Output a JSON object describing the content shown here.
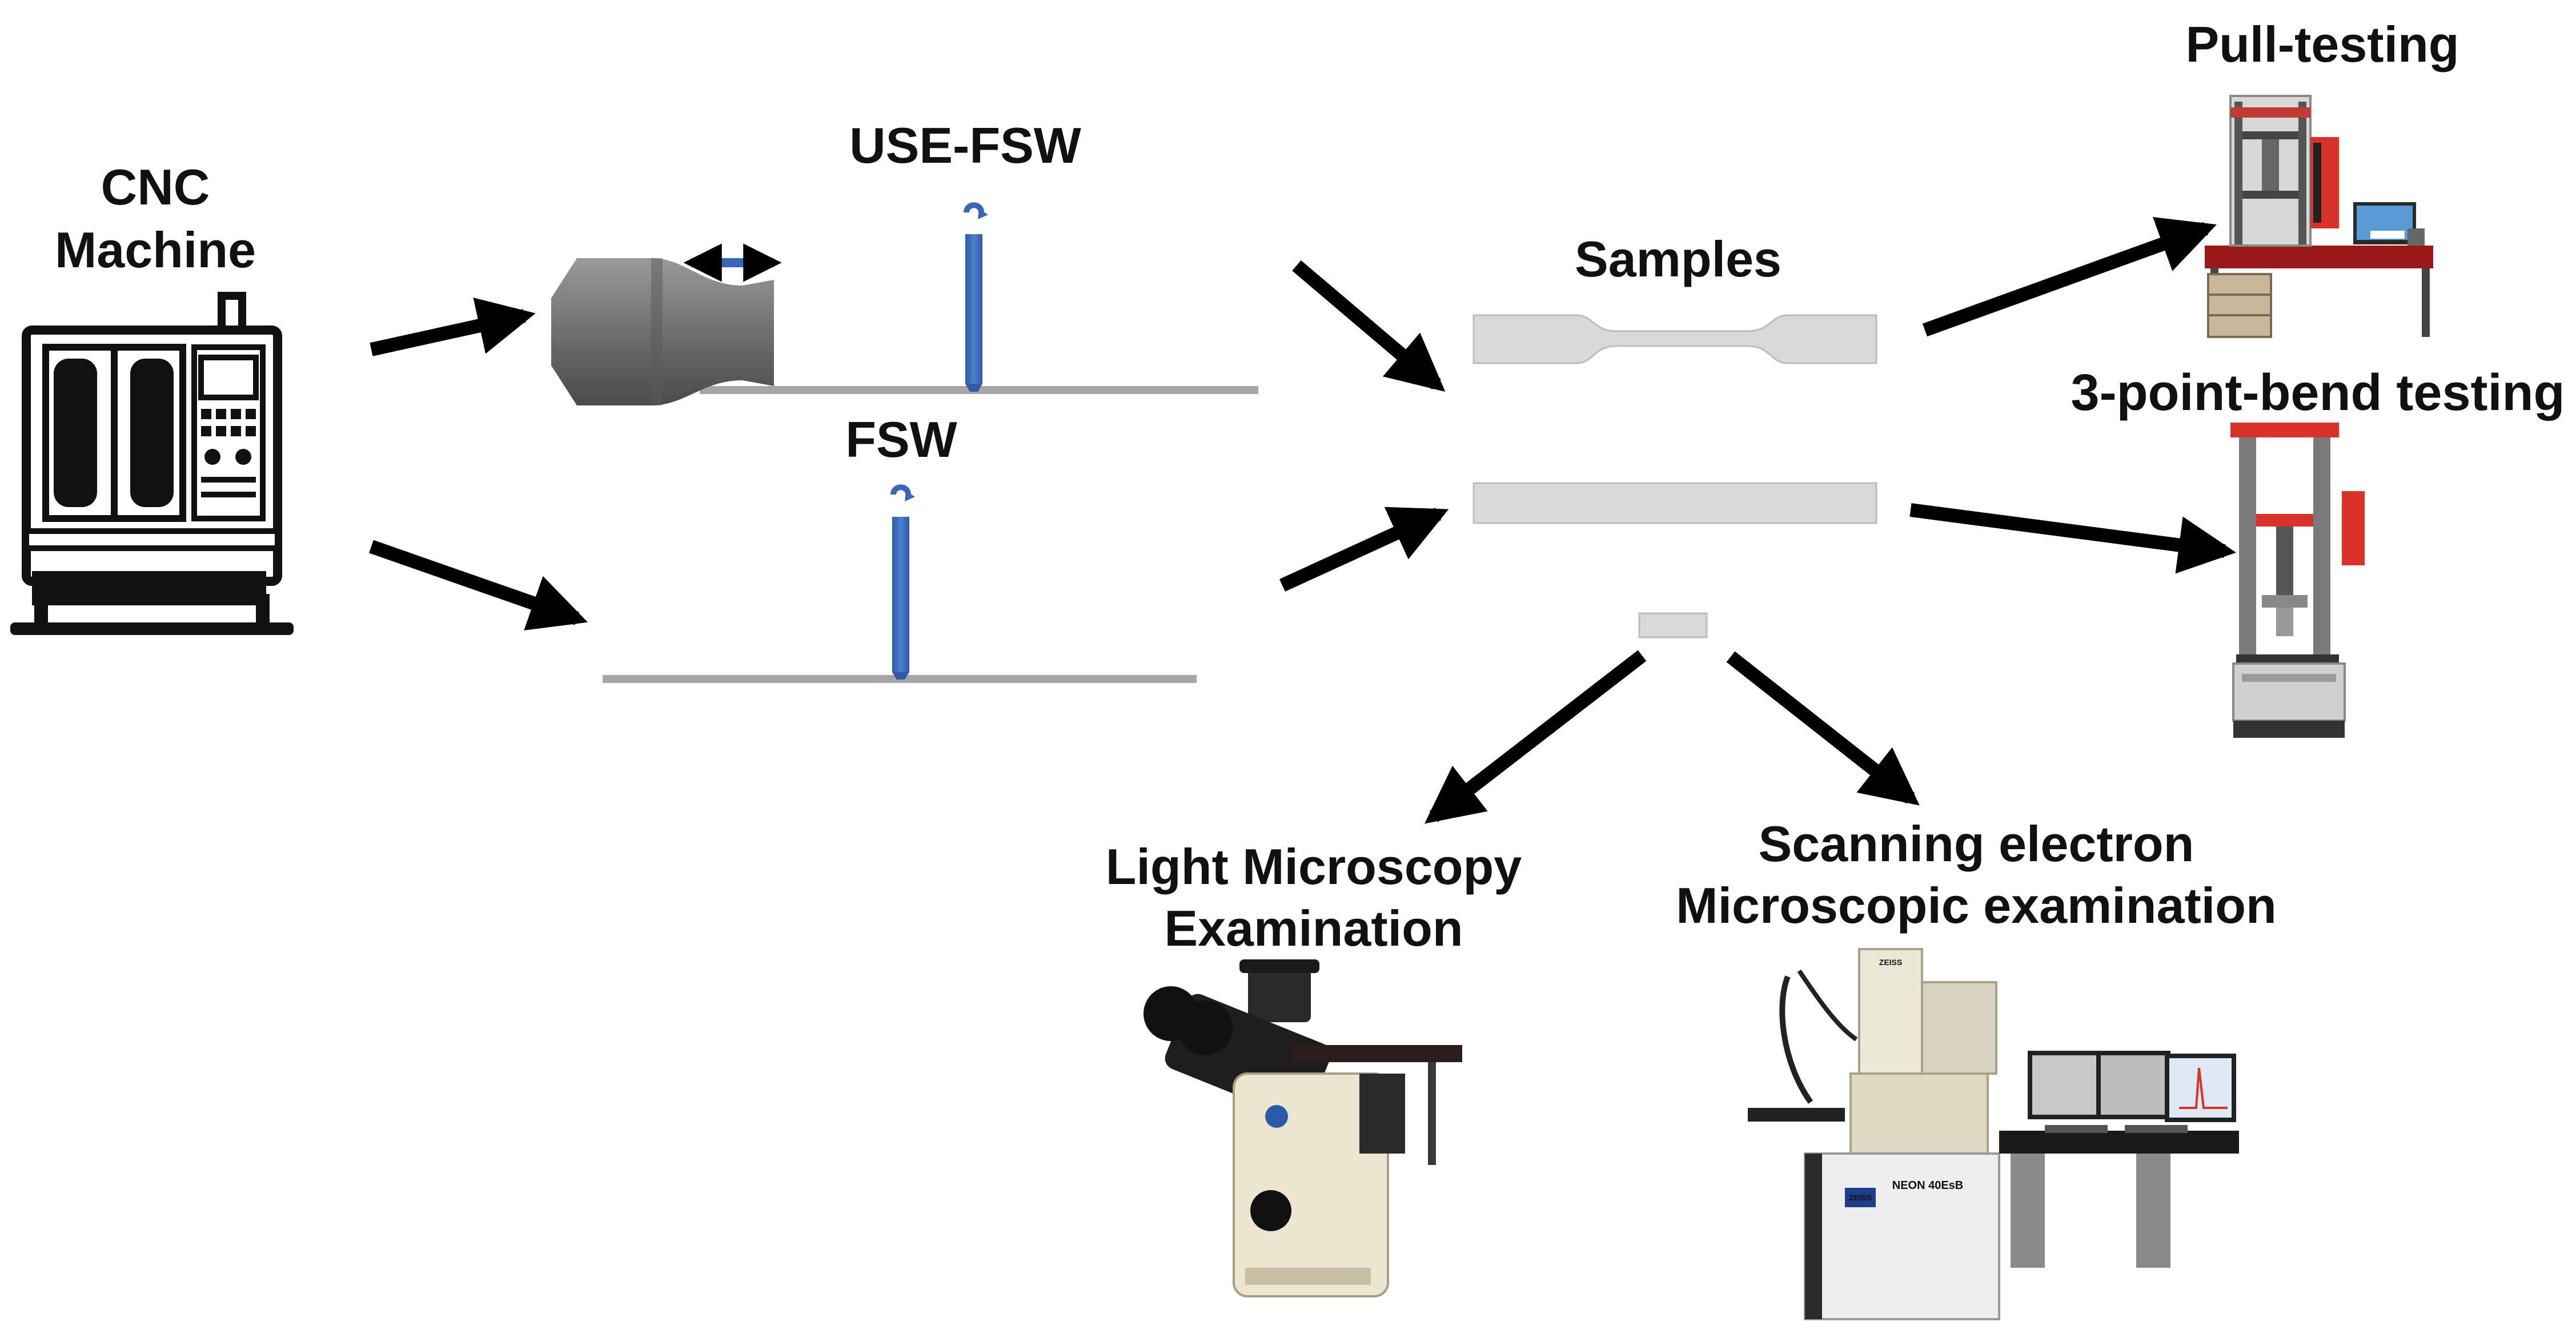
{
  "labels": {
    "cnc_line1": "CNC",
    "cnc_line2": "Machine",
    "use_fsw": "USE-FSW",
    "fsw": "FSW",
    "samples": "Samples",
    "pull_testing": "Pull-testing",
    "bend_testing": "3-point-bend testing",
    "light_line1": "Light Microscopy",
    "light_line2": "Examination",
    "sem_line1": "Scanning electron",
    "sem_line2": "Microscopic examination"
  },
  "device_text": {
    "sem_brand": "ZEISS",
    "sem_model": "NEON 40EsB",
    "sem_column": "ZEISS"
  },
  "colors": {
    "arrow": "#000000",
    "tool": "#4472c4",
    "plate": "#a6a6a6",
    "sample": "#d9d9d9",
    "sonotrode": "#707070",
    "machine_red": "#d9322b"
  },
  "icons": {
    "cnc": "cnc-machine-icon",
    "sonotrode": "ultrasonic-sonotrode-icon",
    "tool": "fsw-tool-icon",
    "pull_tester": "pull-testing-machine-icon",
    "bend_tester": "bend-testing-machine-icon",
    "light_microscope": "light-microscope-icon",
    "sem": "scanning-electron-microscope-icon"
  }
}
